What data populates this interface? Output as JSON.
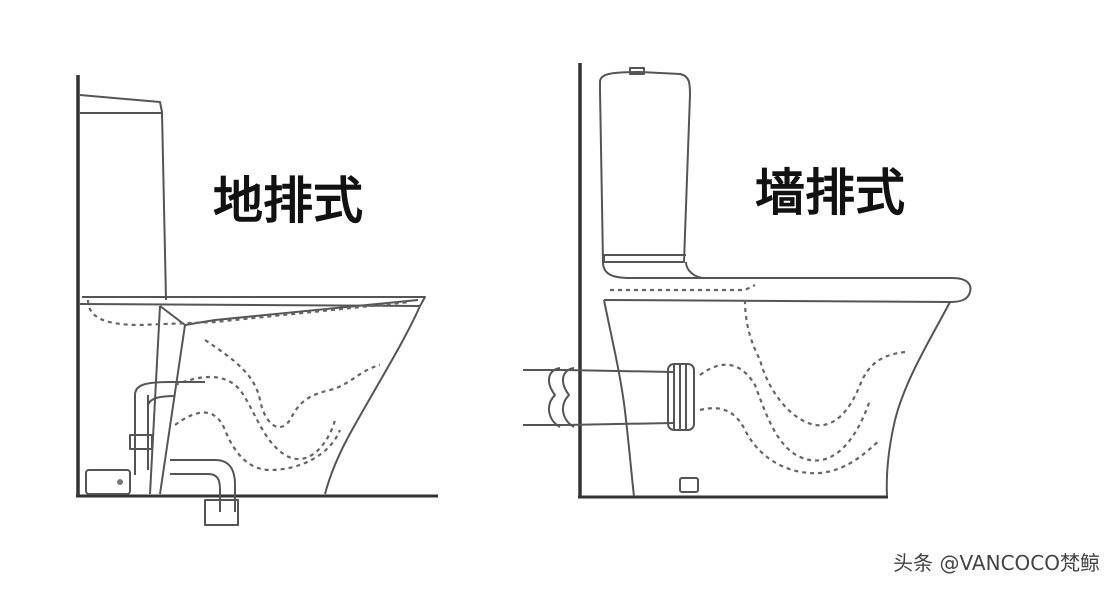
{
  "labels": {
    "floor_drain": "地排式",
    "wall_drain": "墙排式"
  },
  "watermark": "头条 @VANCOCO梵鲸",
  "colors": {
    "background": "#ffffff",
    "line": "#555555",
    "text": "#111111"
  }
}
